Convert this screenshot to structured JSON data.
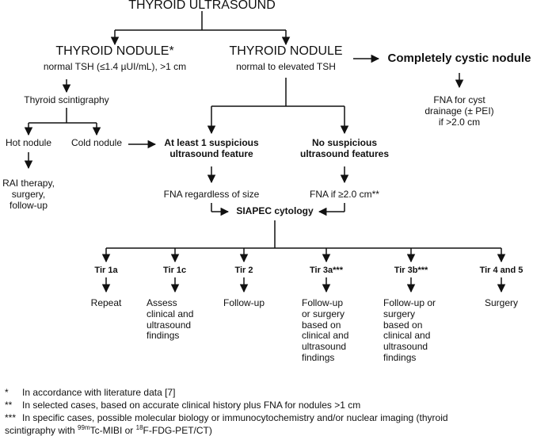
{
  "title": "THYROID ULTRASOUND",
  "nodule_left": {
    "title": "THYROID NODULE*",
    "subtitle": "normal TSH (≤1.4 µUI/mL), >1 cm"
  },
  "nodule_right": {
    "title": "THYROID NODULE",
    "subtitle": "normal  to elevated TSH"
  },
  "cystic": {
    "title": "Completely cystic nodule",
    "action": "FNA for cyst\ndrainage (± PEI)\nif >2.0 cm"
  },
  "scintigraphy": "Thyroid scintigraphy",
  "hot_nodule": "Hot nodule",
  "hot_action": "RAI therapy,\nsurgery,\nfollow-up",
  "cold_nodule": "Cold nodule",
  "suspicious": "At least 1 suspicious\nultrasound feature",
  "suspicious_action": "FNA regardless of size",
  "no_suspicious": "No suspicious\nultrasound features",
  "no_suspicious_action": "FNA if ≥2.0 cm**",
  "cytology": "SIAPEC cytology",
  "categories": [
    {
      "label": "Tir 1a",
      "action": "Repeat"
    },
    {
      "label": "Tir 1c",
      "action": "Assess\nclinical and\nultrasound\nfindings"
    },
    {
      "label": "Tir 2",
      "action": "Follow-up"
    },
    {
      "label": "Tir 3a***",
      "action": "Follow-up\nor surgery\nbased on\nclinical and\nultrasound\nfindings"
    },
    {
      "label": "Tir 3b***",
      "action": "Follow-up or\nsurgery\nbased on\nclinical and\nultrasound\nfindings"
    },
    {
      "label": "Tir 4 and 5",
      "action": "Surgery"
    }
  ],
  "footnotes": {
    "n1_mark": "*",
    "n1_text": "In accordance with literature data [7]",
    "n2_mark": "**",
    "n2_text": "In selected cases, based on accurate clinical history plus FNA for nodules >1 cm",
    "n3_mark": "***",
    "n3_text": "In specific cases, possible molecular biology or immunocytochemistry and/or nuclear imaging (thyroid",
    "n3_line2_pre": "scintigraphy with ",
    "n3_sup1": "99m",
    "n3_mid": "Tc-MIBI or ",
    "n3_sup2": "18",
    "n3_post": "F-FDG-PET/CT)"
  }
}
